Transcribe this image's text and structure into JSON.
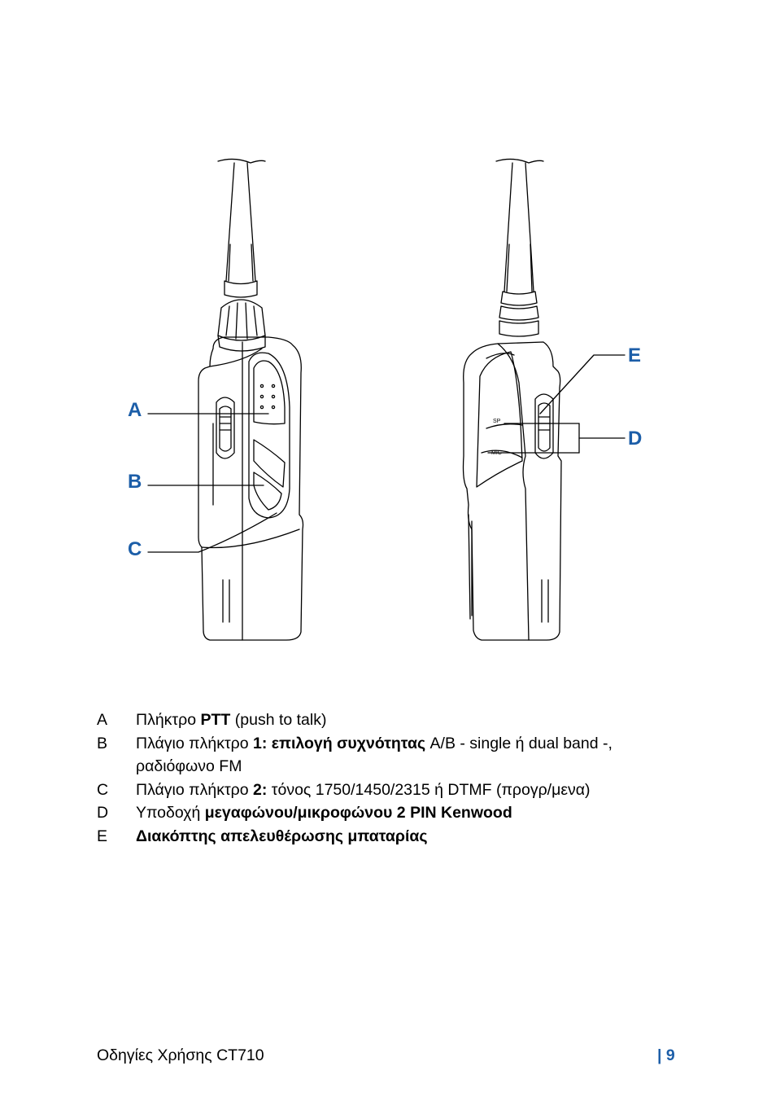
{
  "figure": {
    "callouts": {
      "a": "A",
      "b": "B",
      "c": "C",
      "d": "D",
      "e": "E"
    },
    "jack_labels": {
      "sp": "SP",
      "mic": "MIC"
    }
  },
  "legend": [
    {
      "key": "A",
      "pre": "Πλήκτρο ",
      "bold": "PTT",
      "post": " (push to talk)"
    },
    {
      "key": "B",
      "pre": "Πλάγιο πλήκτρο ",
      "bold": "1: επιλογή συχνότητας",
      "post": " A/B - single ή dual band -, ραδιόφωνο FM"
    },
    {
      "key": "C",
      "pre": "Πλάγιο πλήκτρο ",
      "bold": "2:",
      "post": " τόνος 1750/1450/2315 ή DTMF (προγρ/μενα)"
    },
    {
      "key": "D",
      "pre": "Υποδοχή ",
      "bold": "μεγαφώνου/μικροφώνου 2 PIN Kenwood",
      "post": ""
    },
    {
      "key": "E",
      "pre": "",
      "bold": "Διακόπτης απελευθέρωσης μπαταρίας",
      "post": ""
    }
  ],
  "footer": {
    "title": "Οδηγίες Χρήσης CT710",
    "page": "| 9"
  },
  "colors": {
    "accent": "#1c5ea8",
    "line": "#000000"
  }
}
